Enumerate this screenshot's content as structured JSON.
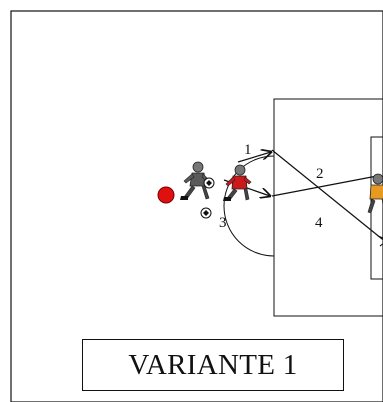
{
  "diagram": {
    "labels": {
      "pass_1": "1",
      "pass_2": "2",
      "pass_3": "3",
      "pass_4": "4"
    },
    "caption": "VARIANTE 1",
    "colors": {
      "line": "#111111",
      "ball": "#e01010",
      "player_red": "#cc1a1a",
      "player_dark": "#5a5a5a",
      "player_orange": "#e89a20",
      "background": "#ffffff"
    },
    "icons": {
      "ball": "ball-icon",
      "players": "player-icon",
      "cones": "cone-icon"
    }
  }
}
